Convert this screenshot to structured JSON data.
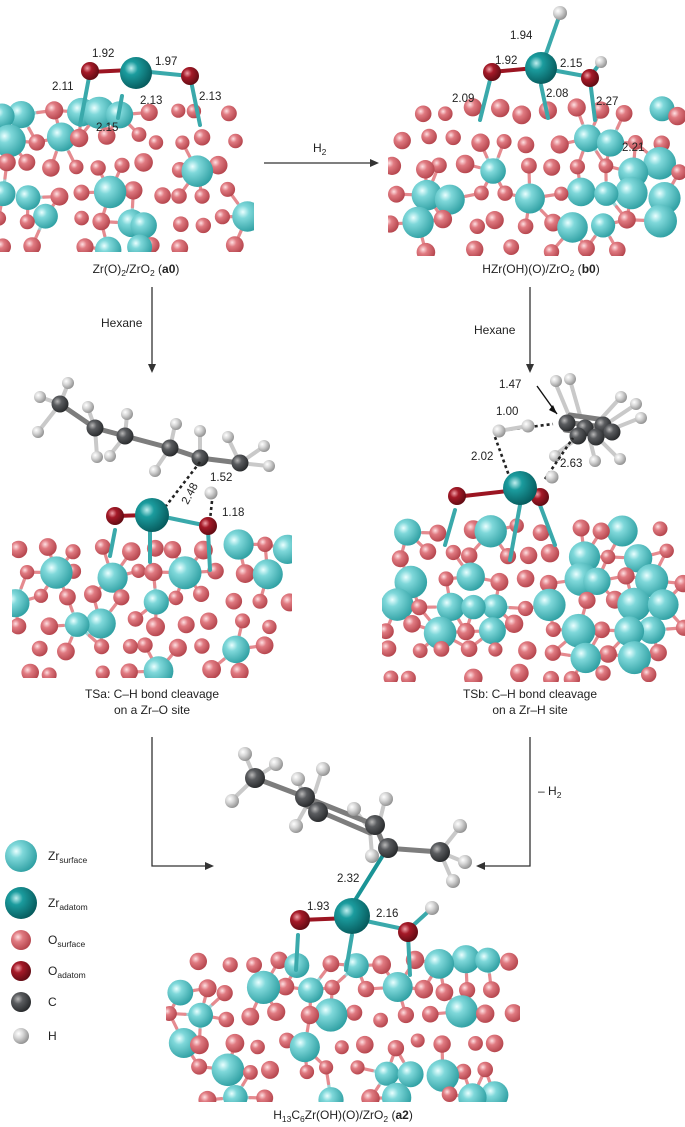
{
  "panels": {
    "a0": {
      "caption_pre": "Zr(O)",
      "caption_sub1": "2",
      "caption_mid": "/ZrO",
      "caption_sub2": "2",
      "caption_open": " (",
      "caption_bold": "a0",
      "caption_close": ")",
      "distances": [
        "1.92",
        "1.97",
        "2.11",
        "2.13",
        "2.13",
        "2.15"
      ]
    },
    "b0": {
      "caption_pre": "HZr(OH)(O)/ZrO",
      "caption_sub": "2",
      "caption_open": " (",
      "caption_bold": "b0",
      "caption_close": ")",
      "distances": [
        "1.94",
        "1.92",
        "2.15",
        "2.09",
        "2.08",
        "2.27",
        "2.21"
      ]
    },
    "tsa": {
      "caption_line1": "TSa: C–H bond cleavage",
      "caption_line2": "on a Zr–O site",
      "distances": [
        "2.48",
        "1.52",
        "1.18"
      ]
    },
    "tsb": {
      "caption_line1": "TSb: C–H bond cleavage",
      "caption_line2": "on a Zr–H site",
      "distances": [
        "1.47",
        "1.00",
        "2.02",
        "2.63"
      ]
    },
    "a2": {
      "caption_pre": "H",
      "caption_sub1": "13",
      "caption_c": "C",
      "caption_sub2": "6",
      "caption_mid": "Zr(OH)(O)/ZrO",
      "caption_sub3": "2",
      "caption_open": " (",
      "caption_bold": "a2",
      "caption_close": ")",
      "distances": [
        "2.32",
        "1.93",
        "2.16"
      ]
    }
  },
  "arrows": {
    "h2": {
      "text": "H",
      "sub": "2"
    },
    "hexane_left": {
      "text": "Hexane"
    },
    "hexane_right": {
      "text": "Hexane"
    },
    "minus_h2": {
      "text": "– H",
      "sub": "2"
    }
  },
  "legend": [
    {
      "name": "Zr",
      "sub": "surface",
      "color": "#5cc6c8",
      "icon": "zr-surface-atom-icon"
    },
    {
      "name": "Zr",
      "sub": "adatom",
      "color": "#138a8c",
      "icon": "zr-adatom-atom-icon"
    },
    {
      "name": "O",
      "sub": "surface",
      "color": "#d9666e",
      "icon": "o-surface-atom-icon"
    },
    {
      "name": "O",
      "sub": "adatom",
      "color": "#9b1522",
      "icon": "o-adatom-atom-icon"
    },
    {
      "name": "C",
      "sub": "",
      "color": "#4a4c4f",
      "icon": "c-atom-icon"
    },
    {
      "name": "H",
      "sub": "",
      "color": "#d4d4d4",
      "icon": "h-atom-icon"
    }
  ]
}
